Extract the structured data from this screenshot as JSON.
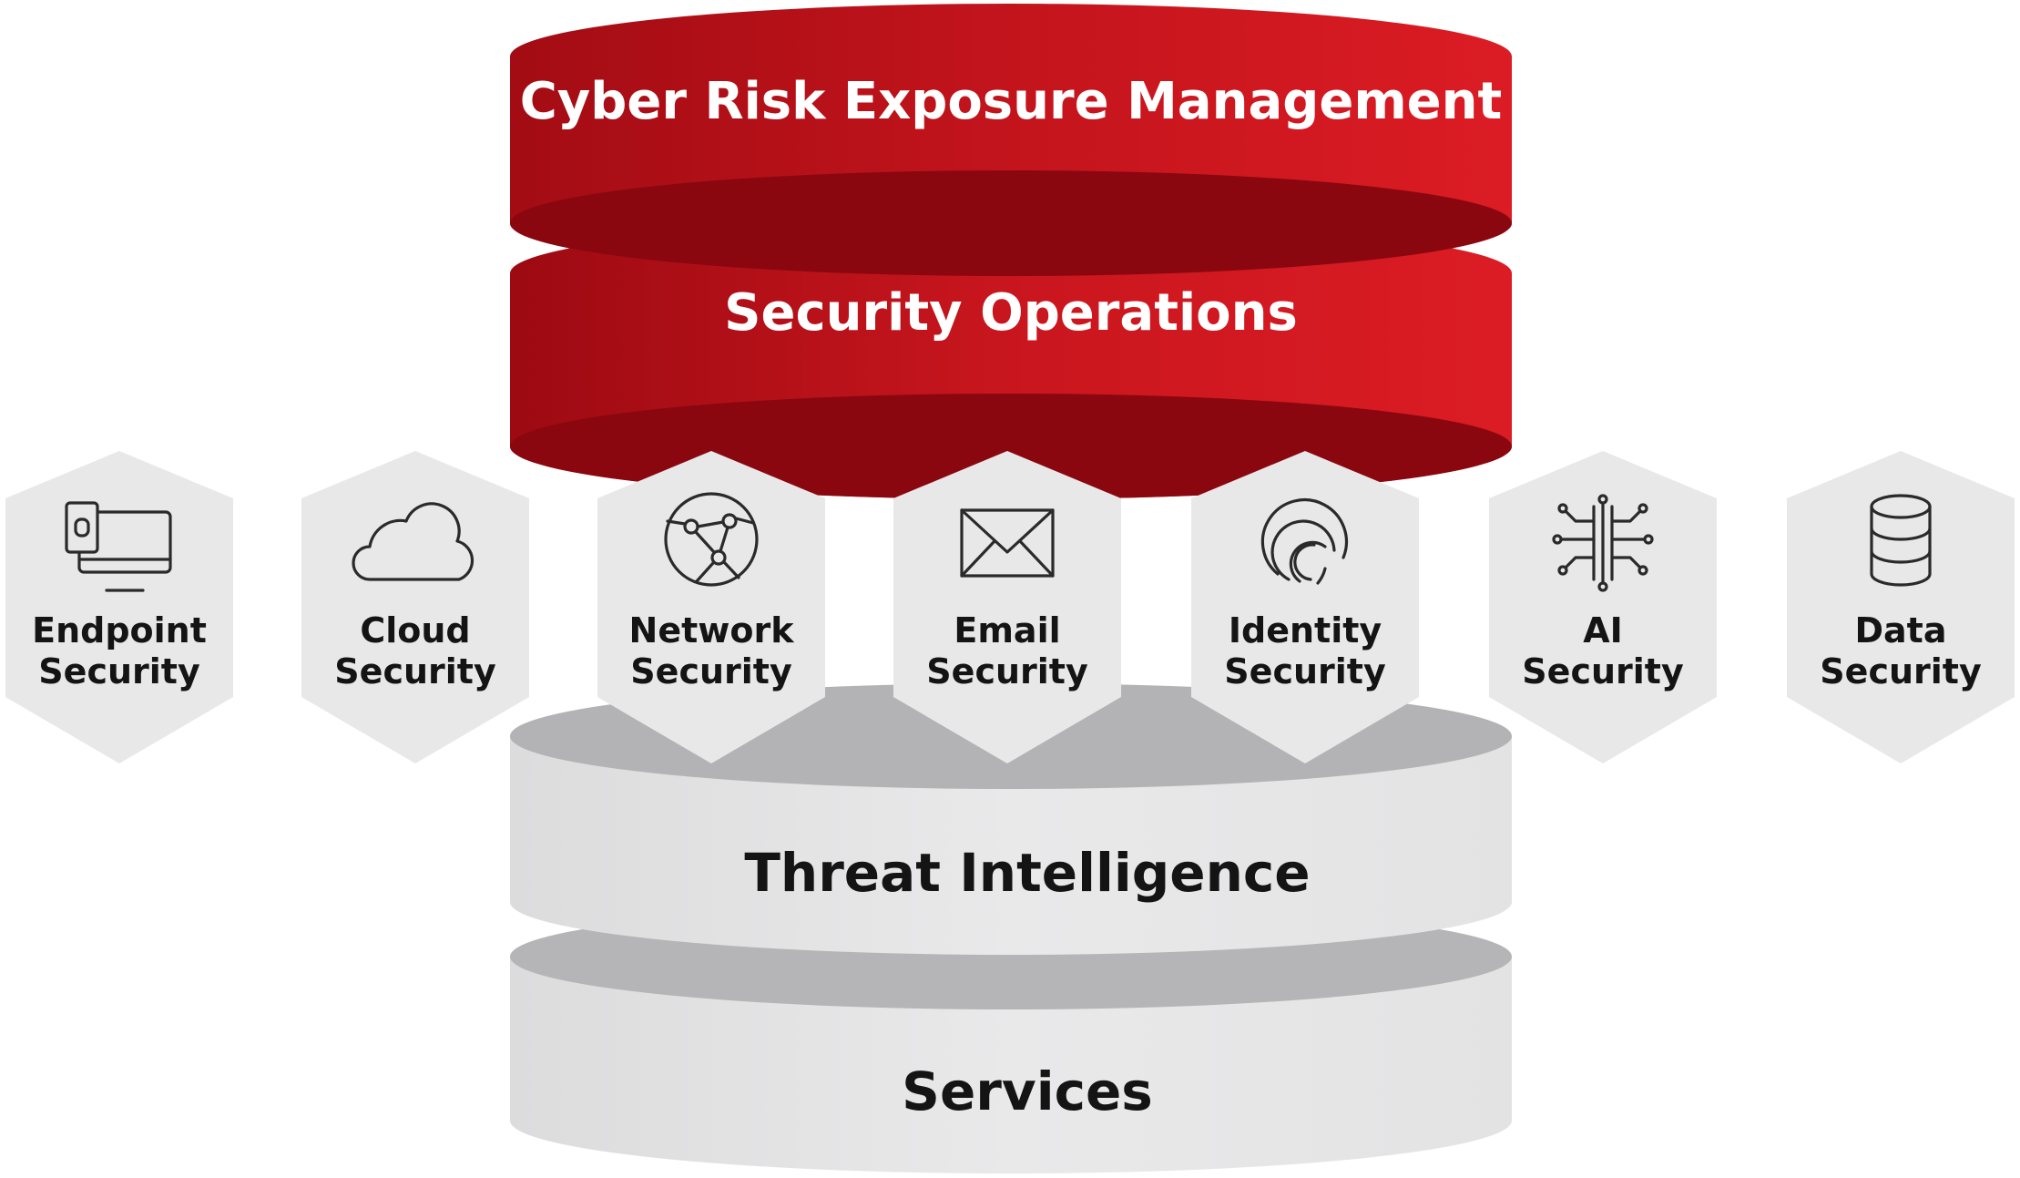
{
  "layers": {
    "top": "Cyber Risk Exposure Management",
    "second": "Security Operations",
    "third": "Threat Intelligence",
    "bottom": "Services"
  },
  "hexagons": [
    {
      "line1": "Endpoint",
      "line2": "Security",
      "icon": "endpoint-device-icon"
    },
    {
      "line1": "Cloud",
      "line2": "Security",
      "icon": "cloud-icon"
    },
    {
      "line1": "Network",
      "line2": "Security",
      "icon": "network-globe-icon"
    },
    {
      "line1": "Email",
      "line2": "Security",
      "icon": "envelope-icon"
    },
    {
      "line1": "Identity",
      "line2": "Security",
      "icon": "fingerprint-icon"
    },
    {
      "line1": "AI",
      "line2": "Security",
      "icon": "ai-circuit-icon"
    },
    {
      "line1": "Data",
      "line2": "Security",
      "icon": "database-icon"
    }
  ],
  "colors": {
    "red_dark": "#8a0710",
    "red_bright": "#d71920",
    "grey_light": "#e6e6e7",
    "grey_mid": "#b2b2b5",
    "hex_fill": "#e8e8e9"
  }
}
